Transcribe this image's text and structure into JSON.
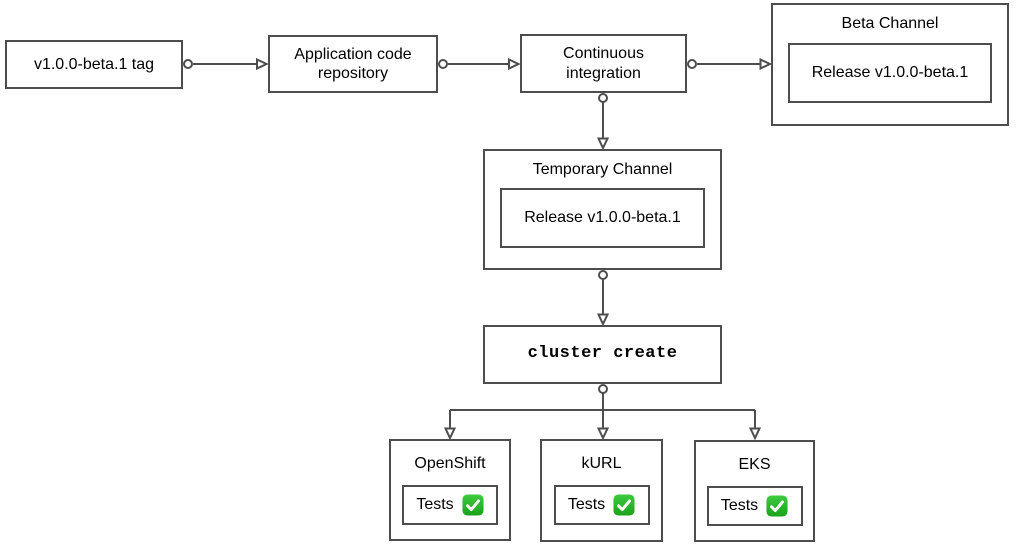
{
  "canvas": {
    "background": "#ffffff"
  },
  "colors": {
    "node_border": "#4d4d4d",
    "connector": "#4d4d4d",
    "text": "#000000",
    "check_green_top": "#3ecb3e",
    "check_green_bottom": "#1aa21a",
    "check_mark": "#ffffff"
  },
  "nodes": {
    "tag": {
      "label": "v1.0.0-beta.1 tag"
    },
    "repo": {
      "label": "Application code repository"
    },
    "ci": {
      "label": "Continuous integration"
    },
    "beta": {
      "title": "Beta Channel",
      "release": "Release v1.0.0-beta.1"
    },
    "temp": {
      "title": "Temporary Channel",
      "release": "Release v1.0.0-beta.1"
    },
    "cluster_create": {
      "label": "cluster create"
    },
    "clusters": [
      {
        "title": "OpenShift",
        "tests_label": "Tests",
        "status_icon": "check-mark-button"
      },
      {
        "title": "kURL",
        "tests_label": "Tests",
        "status_icon": "check-mark-button"
      },
      {
        "title": "EKS",
        "tests_label": "Tests",
        "status_icon": "check-mark-button"
      }
    ]
  }
}
